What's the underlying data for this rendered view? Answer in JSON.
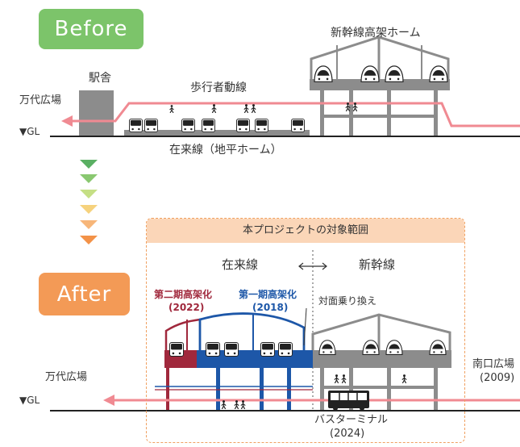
{
  "before": {
    "badge": "Before",
    "station_building": "駅舎",
    "pedestrian_line": "歩行者動線",
    "elevated_platform": "新幹線高架ホーム",
    "plaza": "万代広場",
    "ground_level": "▼GL",
    "conventional_line": "在来線（地平ホーム）"
  },
  "after": {
    "badge": "After",
    "project_title": "本プロジェクトの対象範囲",
    "conventional": "在来線",
    "shinkansen": "新幹線",
    "phase2": "第二期高架化",
    "phase2_year": "(2022)",
    "phase1": "第一期高架化",
    "phase1_year": "(2018)",
    "transfer": "対面乗り換え",
    "plaza": "万代広場",
    "south_plaza": "南口広場",
    "south_plaza_year": "(2009)",
    "ground_level": "▼GL",
    "bus_terminal": "バスターミナル",
    "bus_terminal_year": "(2024)"
  },
  "colors": {
    "before_green": "#7cc46a",
    "after_orange": "#f39a56",
    "pedestrian_pink": "#f08a92",
    "phase2_red": "#a0283c",
    "phase1_blue": "#1d57a8",
    "structure_gray": "#8c8c8c"
  }
}
